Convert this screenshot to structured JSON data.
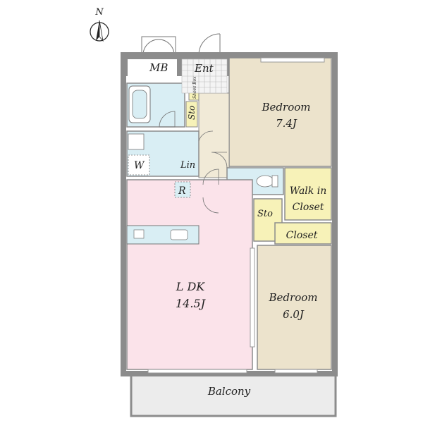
{
  "compass": {
    "label": "N",
    "icon": "north-arrow-icon"
  },
  "rooms": {
    "mb": "MB",
    "ent": "Ent",
    "shoes_box": "Shoes Box",
    "sto_hall": "Sto",
    "lin": "Lin",
    "w": "W",
    "r": "R",
    "bedroom_north": {
      "name": "Bedroom",
      "size": "7.4J"
    },
    "walk_in_closet": {
      "line1": "Walk in",
      "line2": "Closet"
    },
    "sto_mid": "Sto",
    "closet": "Closet",
    "ldk": {
      "name": "L DK",
      "size": "14.5J"
    },
    "bedroom_south": {
      "name": "Bedroom",
      "size": "6.0J"
    },
    "balcony": "Balcony"
  },
  "colors": {
    "wall": "#8c8c8c",
    "bedroom": "#ece3cc",
    "ldk": "#fbe3ea",
    "wet": "#d9eef4",
    "storage": "#f7f2b8",
    "corridor": "#f1ead7",
    "balcony": "#ececec"
  }
}
